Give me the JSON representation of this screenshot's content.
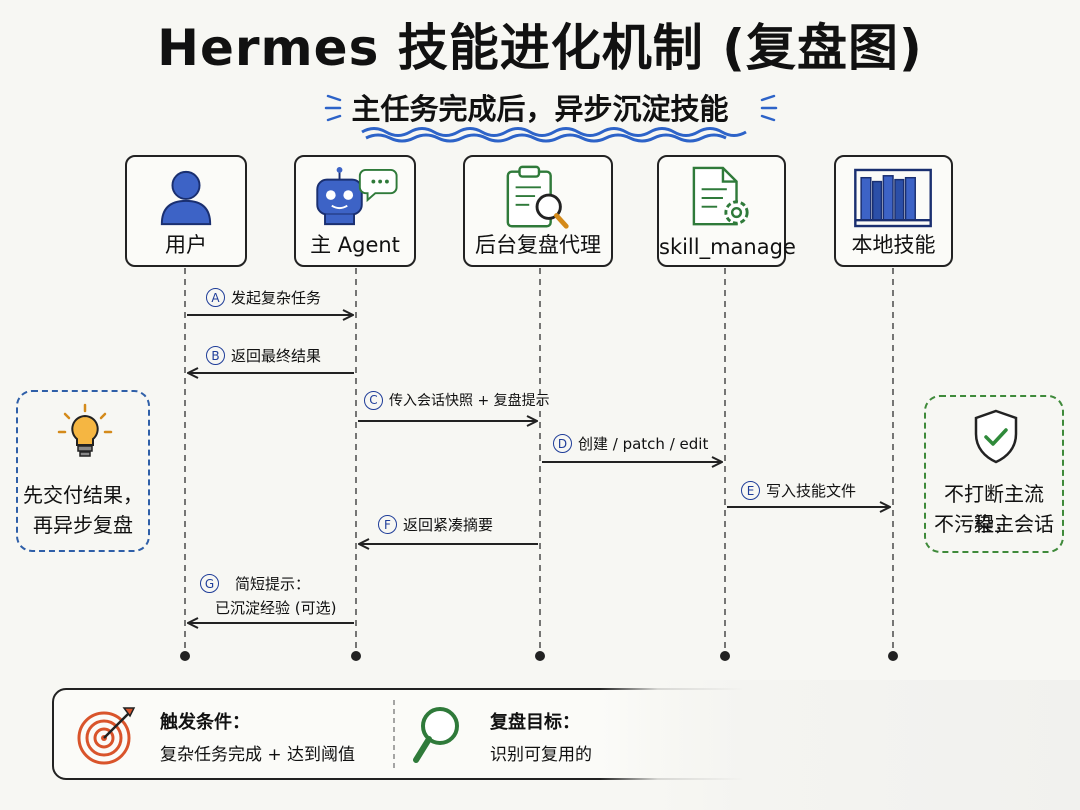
{
  "title": "Hermes 技能进化机制 (复盘图)",
  "subtitle": "主任务完成后，异步沉淀技能",
  "actors": [
    {
      "label": "用户",
      "icon": "user-icon"
    },
    {
      "label": "主 Agent",
      "icon": "robot-chat-icon"
    },
    {
      "label": "后台复盘代理",
      "icon": "clipboard-search-icon"
    },
    {
      "label": "skill_manage",
      "icon": "document-gear-icon"
    },
    {
      "label": "本地技能",
      "icon": "bookshelf-icon"
    }
  ],
  "messages": [
    {
      "id": "A",
      "text": "发起复杂任务",
      "from": 0,
      "to": 1
    },
    {
      "id": "B",
      "text": "返回最终结果",
      "from": 1,
      "to": 0
    },
    {
      "id": "C",
      "text": "传入会话快照 + 复盘提示",
      "from": 1,
      "to": 2
    },
    {
      "id": "D",
      "text": "创建 / patch / edit",
      "from": 2,
      "to": 3
    },
    {
      "id": "E",
      "text": "写入技能文件",
      "from": 3,
      "to": 4
    },
    {
      "id": "F",
      "text": "返回紧凑摘要",
      "from": 2,
      "to": 1
    },
    {
      "id": "G",
      "text_line1": "简短提示：",
      "text_line2": "已沉淀经验 (可选)",
      "from": 1,
      "to": 0
    }
  ],
  "left_note": {
    "line1": "先交付结果，",
    "line2": "再异步复盘",
    "icon": "lightbulb-icon",
    "color": "#2f5fa8"
  },
  "right_note": {
    "line1": "不打断主流程，",
    "line2": "不污染主会话",
    "icon": "shield-check-icon",
    "color": "#3f8a3a"
  },
  "bottom": {
    "trigger_title": "触发条件：",
    "trigger_desc": "复杂任务完成 + 达到阈值",
    "trigger_icon": "target-icon",
    "goal_title": "复盘目标：",
    "goal_desc": "识别可复用的",
    "goal_icon": "magnifier-icon"
  },
  "colors": {
    "accent_blue": "#1f3d99",
    "wave_blue": "#2d63c8",
    "orange": "#d9542b",
    "green": "#3f8a3a"
  }
}
